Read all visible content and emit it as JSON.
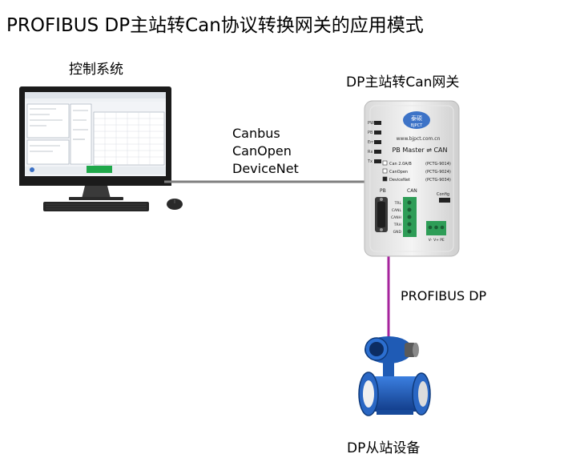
{
  "title": "PROFIBUS DP主站转Can协议转换网关的应用模式",
  "control_system": {
    "label": "控制系统"
  },
  "gateway": {
    "label": "DP主站转Can网关",
    "brand_text": "泰硕",
    "brand_sub": "BJPCT",
    "website": "www.bjpct.com.cn",
    "mode_text": "PB Master ⇌ CAN",
    "leds": [
      "PW",
      "PB",
      "Err",
      "Rx",
      "Tx"
    ],
    "options": [
      {
        "name": "Can 2.0A/B",
        "code": "(PCTG-9014)",
        "checked": false
      },
      {
        "name": "CanOpen",
        "code": "(PCTG-9024)",
        "checked": false
      },
      {
        "name": "DeviceNet",
        "code": "(PCTG-9034)",
        "checked": true
      }
    ],
    "port_pb": "PB",
    "port_can": "CAN",
    "config": "Config",
    "can_pins": [
      "TRL",
      "CANL",
      "CANH",
      "TRH",
      "GND"
    ],
    "power_pins": [
      "V-",
      "V+",
      "PE"
    ]
  },
  "can_protocols": [
    "Canbus",
    "CanOpen",
    "DeviceNet"
  ],
  "dp_link": {
    "label": "PROFIBUS DP"
  },
  "slave": {
    "label": "DP从站设备"
  },
  "colors": {
    "can_line": "#7f7f7f",
    "dp_line": "#a6249d",
    "meter_blue": "#1f5bb5"
  }
}
